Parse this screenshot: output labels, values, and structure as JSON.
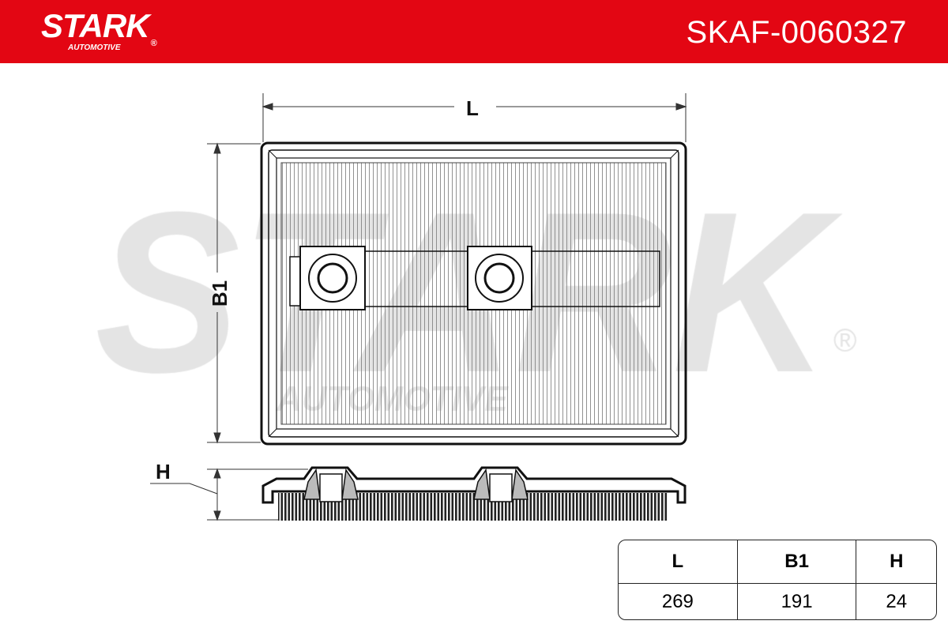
{
  "header": {
    "brand": "STARK",
    "brand_sub": "AUTOMOTIVE",
    "registered": "®",
    "part_number": "SKAF-0060327"
  },
  "watermark": {
    "text": "STARK",
    "sub": "AUTOMOTIVE",
    "registered": "®"
  },
  "dimension_labels": {
    "length": "L",
    "width": "B1",
    "height": "H"
  },
  "dimensions_table": {
    "headers": [
      "L",
      "B1",
      "H"
    ],
    "values": [
      "269",
      "191",
      "24"
    ]
  },
  "colors": {
    "brand_red": "#e30613"
  }
}
